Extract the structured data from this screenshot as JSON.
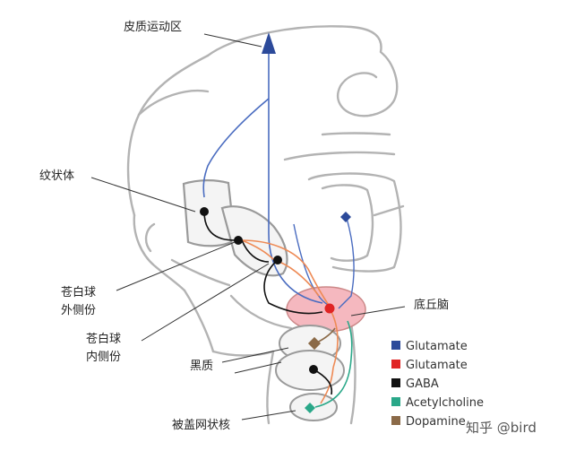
{
  "labels": {
    "motor_cortex": "皮质运动区",
    "striatum": "纹状体",
    "gpe_line1": "苍白球",
    "gpe_line2": "外侧份",
    "gpi_line1": "苍白球",
    "gpi_line2": "内侧份",
    "thalamus": "底丘脑",
    "substantia_nigra": "黑质",
    "reticular_nucleus": "被盖网状核"
  },
  "legend": [
    {
      "label": "Glutamate",
      "color": "#2c4a9a"
    },
    {
      "label": "Glutamate",
      "color": "#e02424"
    },
    {
      "label": "GABA",
      "color": "#111111"
    },
    {
      "label": "Acetylcholine",
      "color": "#2aa889"
    },
    {
      "label": "Dopamine",
      "color": "#8b6a48"
    }
  ],
  "watermark": "知乎 @bird",
  "colors": {
    "glutamate_blue": "#4a6cc0",
    "glutamate_red": "#e02424",
    "gaba": "#111111",
    "gaba_orange": "#ee8a55",
    "acetylcholine": "#2aa889",
    "dopamine": "#8b6a48",
    "thalamus_fill": "#f5b8bf"
  }
}
